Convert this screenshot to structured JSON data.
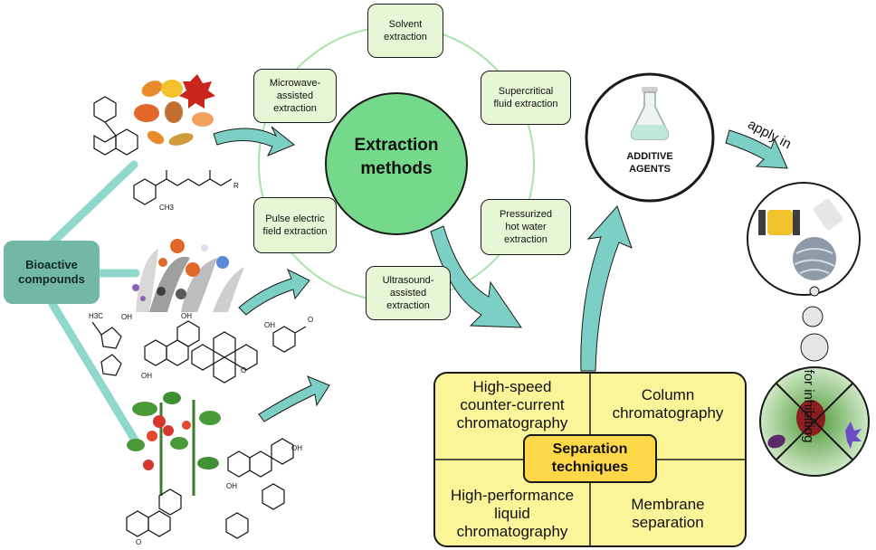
{
  "bioactive": {
    "label": "Bioactive\ncompounds"
  },
  "extraction": {
    "title": "Extraction\nmethods",
    "methods": [
      "Solvent\nextraction",
      "Supercritical\nfluid extraction",
      "Pressurized\nhot water\nextraction",
      "Ultrasound-\nassisted\nextraction",
      "Pulse electric\nfield extraction",
      "Microwave-\nassisted\nextraction"
    ]
  },
  "separation": {
    "title": "Separation\ntechniques",
    "cells": [
      "High-speed\ncounter-current\nchromatography",
      "Column\nchromatography",
      "High-performance\nliquid\nchromatography",
      "Membrane\nseparation"
    ]
  },
  "additive": {
    "label": "ADDITIVE\nAGENTS"
  },
  "arrows": {
    "apply_in": "apply in",
    "for_inhibiting": "for inhibiting"
  },
  "molecule_labels": {
    "oh": "OH",
    "o": "O",
    "r": "R",
    "h3c": "H3C",
    "ch3": "CH3"
  },
  "colors": {
    "arrow": "#7ccfc4",
    "method_fill": "#e7f7d6",
    "center_fill": "#74d98a",
    "ring": "#a8e3a9",
    "separation_fill": "#fbf59a",
    "separation_title_fill": "#ffd84a",
    "bio_fill": "#73b8a6"
  }
}
